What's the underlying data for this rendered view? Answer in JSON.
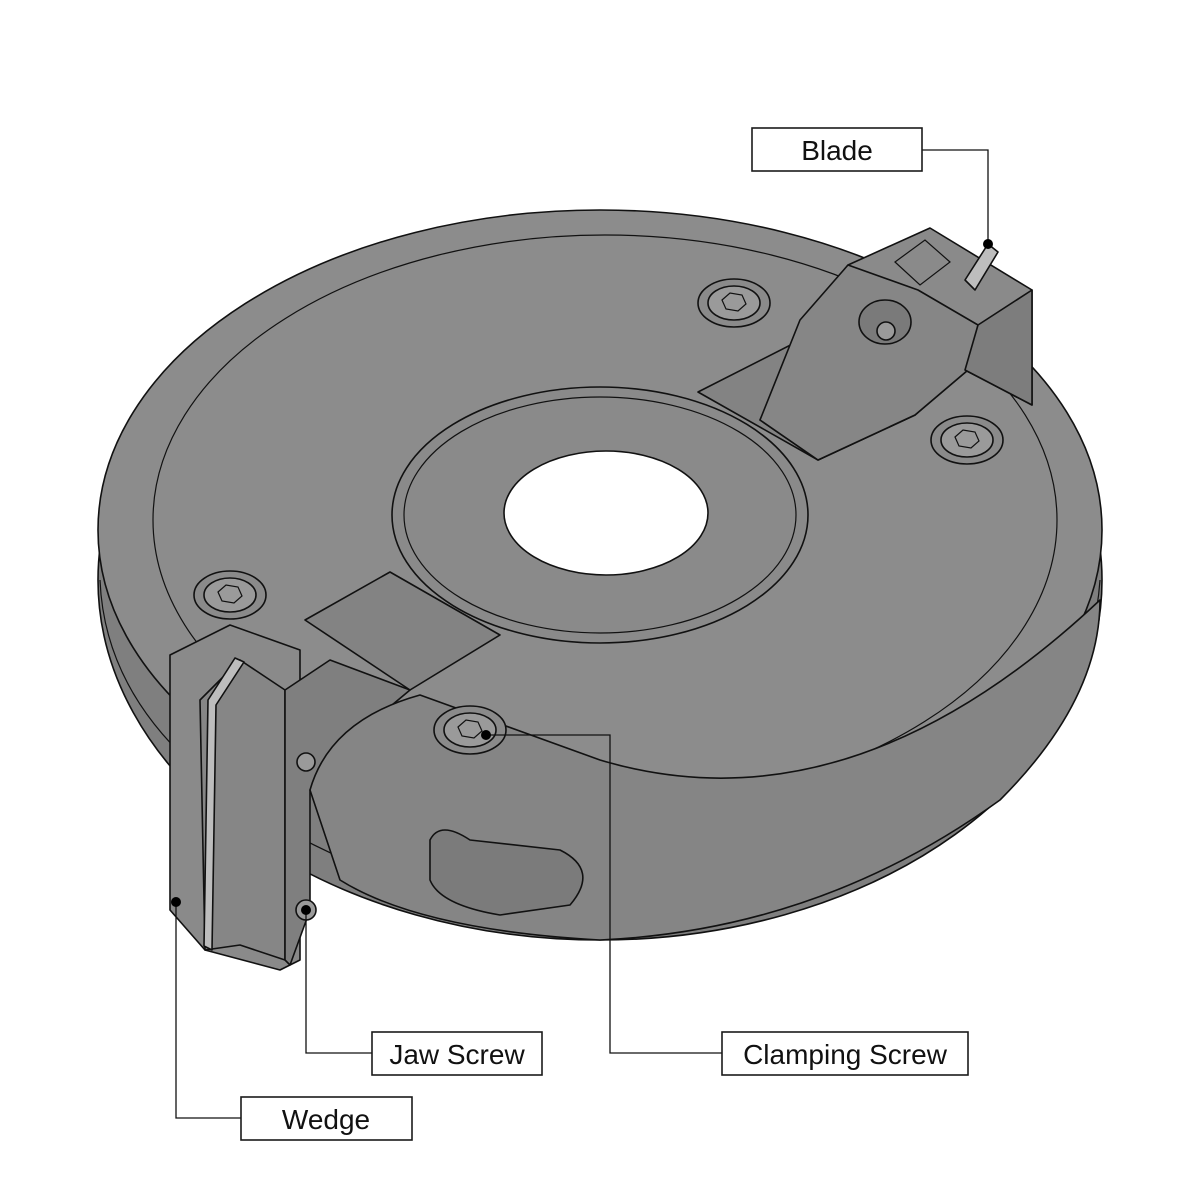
{
  "diagram": {
    "colors": {
      "body": "#8c8c8c",
      "body_dark": "#777777",
      "body_side": "#868686",
      "outline": "#111111",
      "bore": "#ffffff"
    },
    "callouts": [
      {
        "id": "blade",
        "label": "Blade"
      },
      {
        "id": "jaw-screw",
        "label": "Jaw Screw"
      },
      {
        "id": "clamping-screw",
        "label": "Clamping Screw"
      },
      {
        "id": "wedge",
        "label": "Wedge"
      }
    ]
  }
}
